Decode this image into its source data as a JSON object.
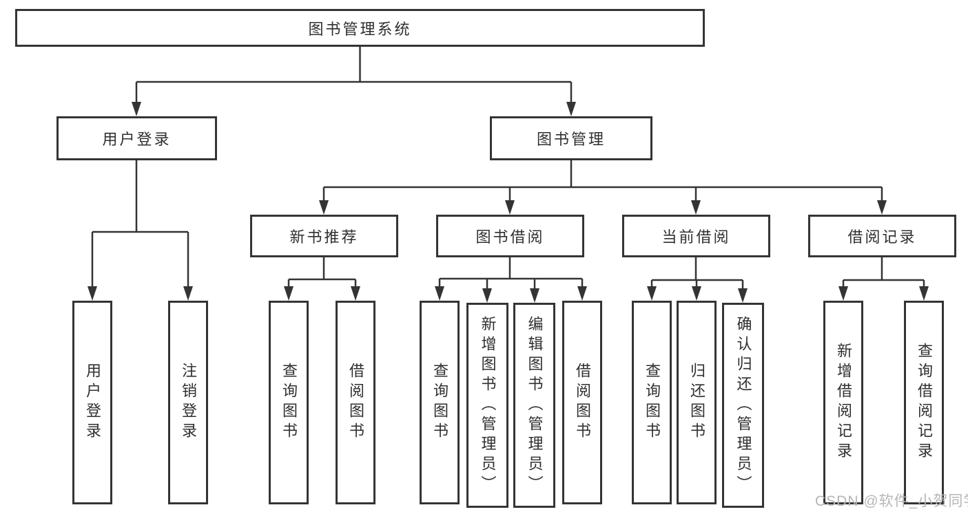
{
  "colors": {
    "line": "#343434",
    "box_background": "#ffffff",
    "text": "#2f2f2f",
    "watermark": "#b6b6b6"
  },
  "watermark": {
    "text": "CSDN @软件_小贺同学"
  },
  "tree": {
    "root": {
      "label": "图书管理系统",
      "children": [
        {
          "label": "用户登录",
          "children": [
            {
              "label": "用户登录"
            },
            {
              "label": "注销登录"
            }
          ]
        },
        {
          "label": "图书管理",
          "children": [
            {
              "label": "新书推荐",
              "children": [
                {
                  "label": "查询图书"
                },
                {
                  "label": "借阅图书"
                }
              ]
            },
            {
              "label": "图书借阅",
              "children": [
                {
                  "label": "查询图书"
                },
                {
                  "label": "新增图书（管理员）"
                },
                {
                  "label": "编辑图书（管理员）"
                },
                {
                  "label": "借阅图书"
                }
              ]
            },
            {
              "label": "当前借阅",
              "children": [
                {
                  "label": "查询图书"
                },
                {
                  "label": "归还图书"
                },
                {
                  "label": "确认归还（管理员）"
                }
              ]
            },
            {
              "label": "借阅记录",
              "children": [
                {
                  "label": "新增借阅记录"
                },
                {
                  "label": "查询借阅记录"
                }
              ]
            }
          ]
        }
      ]
    }
  }
}
